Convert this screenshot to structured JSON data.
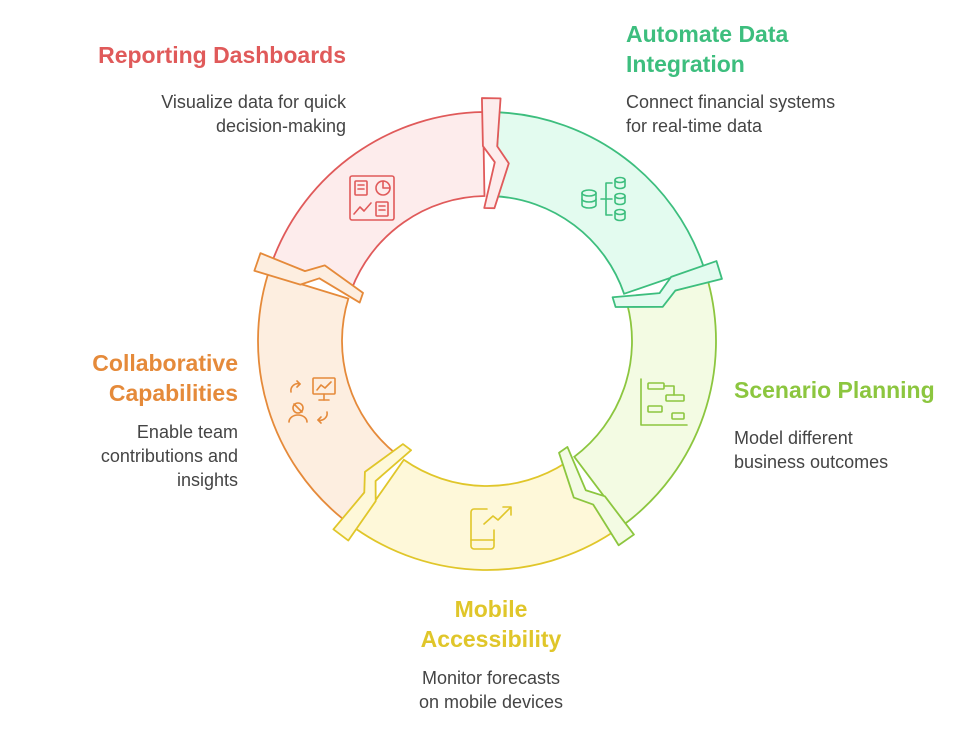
{
  "segments": [
    {
      "key": "reporting",
      "title": "Reporting Dashboards",
      "description": "Visualize data for quick\ndecision-making",
      "stroke": "#E05A5A",
      "fill": "#FDECEC",
      "icon": "dashboard-icon"
    },
    {
      "key": "integration",
      "title": "Automate Data\nIntegration",
      "description": "Connect financial systems\nfor real-time data",
      "stroke": "#3DBE7E",
      "fill": "#E3FBEF",
      "icon": "database-hierarchy-icon"
    },
    {
      "key": "scenario",
      "title": "Scenario Planning",
      "description": "Model different\nbusiness outcomes",
      "stroke": "#8CC63F",
      "fill": "#F3FBE3",
      "icon": "gantt-chart-icon"
    },
    {
      "key": "mobile",
      "title": "Mobile\nAccessibility",
      "description": "Monitor forecasts\non mobile devices",
      "stroke": "#E0C62A",
      "fill": "#FEF8D9",
      "icon": "mobile-growth-icon"
    },
    {
      "key": "collab",
      "title": "Collaborative\nCapabilities",
      "description": "Enable team\ncontributions and\ninsights",
      "stroke": "#E58A3A",
      "fill": "#FDEEE0",
      "icon": "collaboration-presentation-icon"
    }
  ]
}
